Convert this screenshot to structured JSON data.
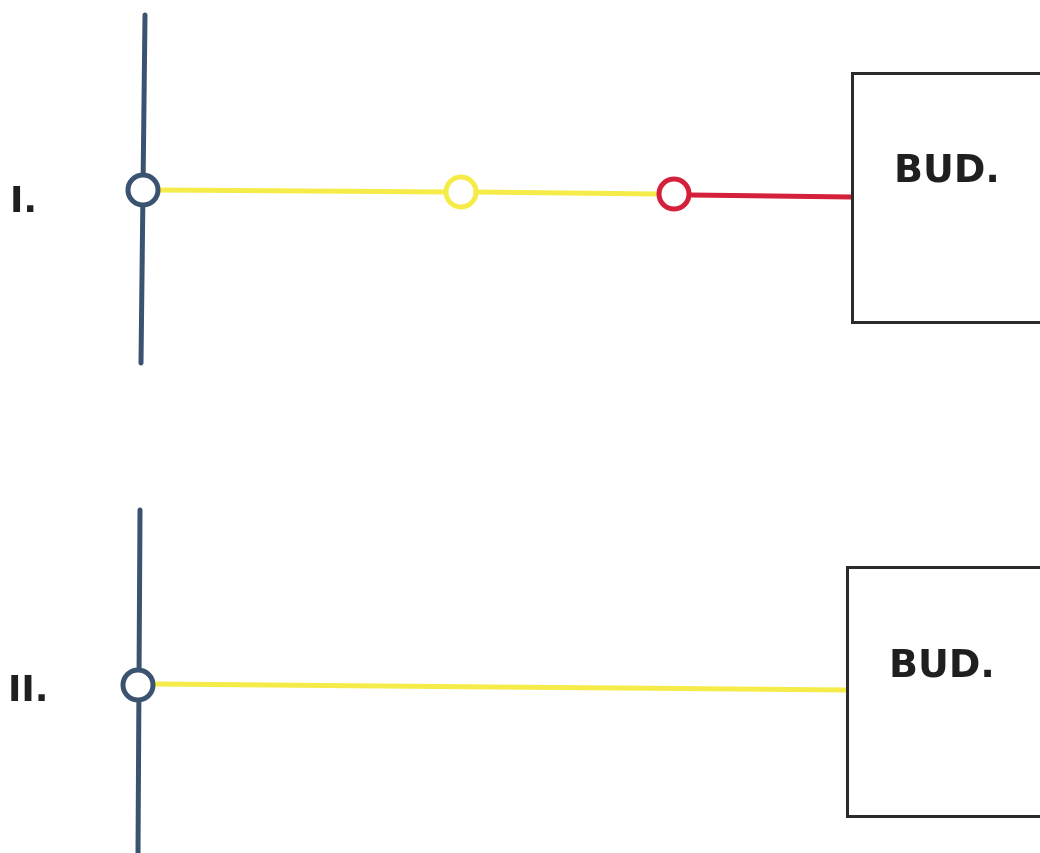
{
  "rows": [
    {
      "label": "I.",
      "building_label": "BUD."
    },
    {
      "label": "II.",
      "building_label": "BUD."
    }
  ],
  "colors": {
    "main_line": "#3a5370",
    "connection_yellow": "#f5ec4a",
    "connection_red": "#d4203a",
    "box_border": "#2b2b2b",
    "text": "#1f1f1f"
  }
}
